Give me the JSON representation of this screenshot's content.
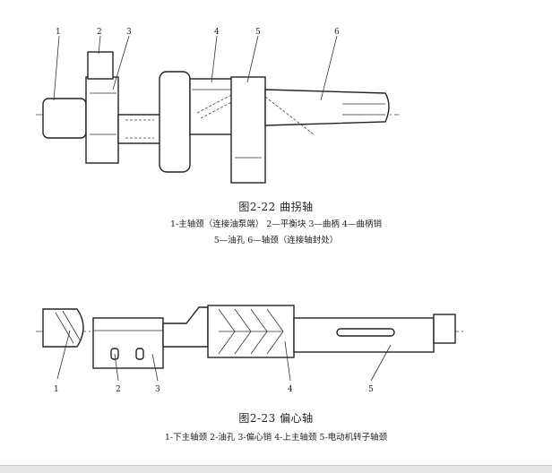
{
  "figure1": {
    "labels": [
      "1",
      "2",
      "3",
      "4",
      "5",
      "6"
    ],
    "caption": "图2-22  曲拐轴",
    "legend_line1": "1-主轴颈（连接油泵端）  2—平衡块  3—曲柄  4—曲柄销",
    "legend_line2": "5—油孔  6—轴颈（连接轴封处）"
  },
  "figure2": {
    "labels": [
      "1",
      "2",
      "3",
      "4",
      "5"
    ],
    "caption": "图2-23  偏心轴",
    "legend": "1-下主轴颈  2-油孔  3-偏心销  4-上主轴颈  5-电动机转子轴颈"
  },
  "status_bar": {
    "left": "",
    "right": ""
  }
}
